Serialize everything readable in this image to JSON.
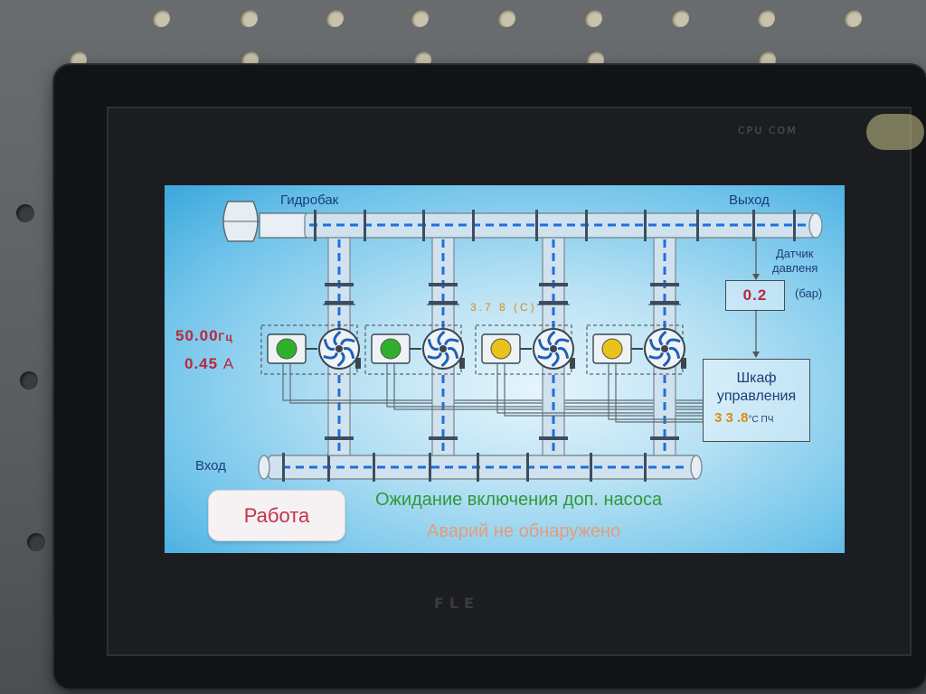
{
  "hmi": {
    "tank_label": "Гидробак",
    "outlet_label": "Выход",
    "inlet_label": "Вход",
    "sensor_label_line1": "Датчик",
    "sensor_label_line2": "давленя",
    "pressure_value": "0.2",
    "pressure_unit": "(бар)",
    "frequency": "50.00",
    "frequency_unit": "Гц",
    "current": "0.45",
    "current_unit": "А",
    "timer_text": "3.7 8  (C)",
    "cabinet_line1": "Шкаф",
    "cabinet_line2": "управления",
    "cabinet_temp": "3 3 .8",
    "cabinet_temp_unit": "°C  ПЧ",
    "work_button": "Работа",
    "status_main": "Ожидание включения доп. насоса",
    "status_alarm": "Аварий не обнаружено"
  },
  "pumps": [
    {
      "indicator_color": "#2fb02a"
    },
    {
      "indicator_color": "#2fb02a"
    },
    {
      "indicator_color": "#e9c21a"
    },
    {
      "indicator_color": "#e9c21a"
    }
  ],
  "colors": {
    "label_blue": "#1d3d7a",
    "value_red": "#b8283c",
    "accent_orange": "#e0890f",
    "status_green": "#2f9a3a",
    "status_alarm": "#e79b7b",
    "flow_dash": "#1f6fe0"
  },
  "bezel": {
    "top_logo": "CPU        COM",
    "bottom_logo": "FLE"
  }
}
